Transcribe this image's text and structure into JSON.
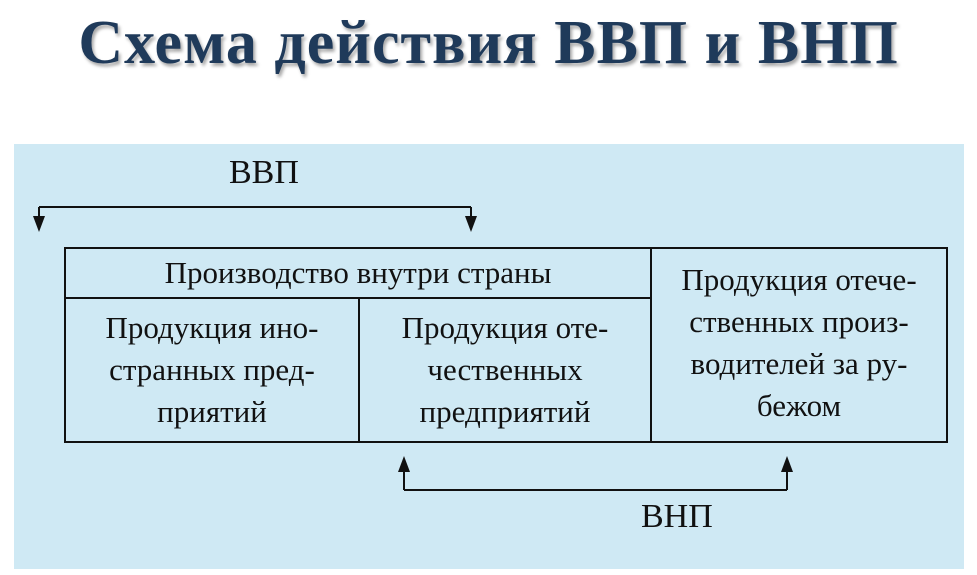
{
  "title": "Схема действия ВВП и ВНП",
  "labels": {
    "gdp": "ВВП",
    "gnp": "ВНП"
  },
  "table": {
    "top_header": "Производство внутри страны",
    "foreign_products": [
      "Продукция ино-",
      "странных пред-",
      "приятий"
    ],
    "domestic_products": [
      "Продукция оте-",
      "чественных",
      "предприятий"
    ],
    "abroad_products": [
      "Продукция отече-",
      "ственных произ-",
      "водителей за ру-",
      "бежом"
    ]
  },
  "colors": {
    "title": "#1f3a5a",
    "panel_background": "#cfe9f4",
    "lines": "#111111"
  }
}
